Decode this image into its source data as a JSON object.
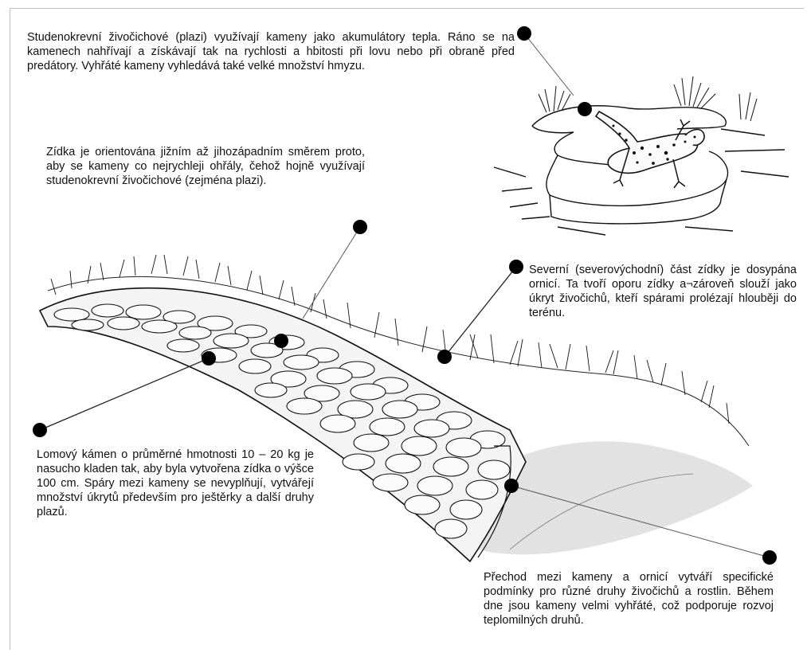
{
  "annotations": {
    "reptiles": "Studenokrevní živočichové (plazi) využívají kameny jako akumulátory tepla. Ráno se na kamenech nahřívají a získávají tak na rychlosti a hbitosti při lovu nebo při obraně před predátory. Vyhřáté kameny vyhledává také velké množství hmyzu.",
    "orientation": "Zídka je orientována jižním až jihozápadním směrem proto, aby se kameny co nejrychleji ohřály, čehož hojně využívají studenokrevní živočichové (zejména plazi).",
    "north_side": "Severní (severovýchodní) část zídky je dosypána ornicí. Ta tvoří oporu zídky a¬zároveň slouží jako úkryt živočichů, kteří spárami prolézají hlouběji do terénu.",
    "stone": "Lomový kámen o průměrné hmotnosti 10 – 20 kg je nasucho kladen tak, aby byla vytvořena zídka o výšce 100 cm. Spáry mezi kameny se nevyplňují, vytvářejí množství úkrytů především pro ještěrky a další druhy plazů.",
    "transition": "Přechod mezi kameny a ornicí vytváří specifické podmínky pro různé druhy živočichů a rostlin. Během dne jsou kameny velmi vyhřáté, což podporuje rozvoj teplomilných druhů."
  },
  "icons": {
    "callout_marker": "filled-black-circle",
    "lizard": "lizard-illustration",
    "wall": "dry-stone-wall-illustration"
  },
  "colors": {
    "ink": "#111111",
    "background": "#ffffff"
  }
}
